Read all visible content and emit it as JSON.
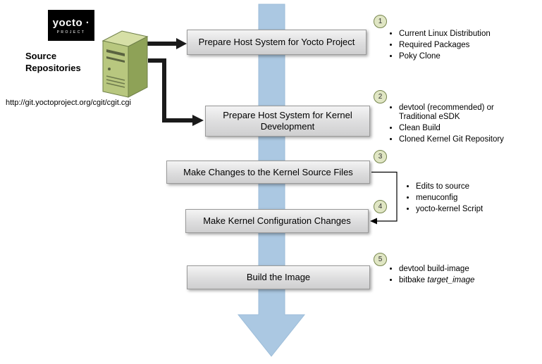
{
  "logo": {
    "name": "yocto ·",
    "subtitle": "PROJECT"
  },
  "repo": {
    "title_line1": "Source",
    "title_line2": "Repositories",
    "url": "http://git.yoctoproject.org/cgit/cgit.cgi"
  },
  "steps": [
    {
      "num": "1",
      "label": "Prepare Host System for Yocto Project"
    },
    {
      "num": "2",
      "label": "Prepare Host System for Kernel Development"
    },
    {
      "num": "3",
      "label": "Make Changes to the Kernel Source Files"
    },
    {
      "num": "4",
      "label": "Make Kernel Configuration Changes"
    },
    {
      "num": "5",
      "label": "Build the Image"
    }
  ],
  "notes1": [
    "Current Linux Distribution",
    "Required Packages",
    "Poky Clone"
  ],
  "notes2": [
    "devtool (recommended) or Traditional eSDK",
    "Clean Build",
    "Cloned Kernel Git Repository"
  ],
  "notes34": [
    "Edits to source",
    "menuconfig",
    "yocto-kernel Script"
  ],
  "notes5": {
    "item0": "devtool build-image",
    "item1_prefix": "bitbake ",
    "item1_italic": "target_image"
  },
  "colors": {
    "flow_arrow": "#abc8e2",
    "step_box_top": "#f4f4f4",
    "step_box_bottom": "#cfcfd0",
    "step_box_border": "#9a9a9a",
    "circle_fill": "#e0e6c4",
    "circle_border": "#77864e",
    "server_green": "#b8c77f",
    "logo_bg": "#000000"
  }
}
